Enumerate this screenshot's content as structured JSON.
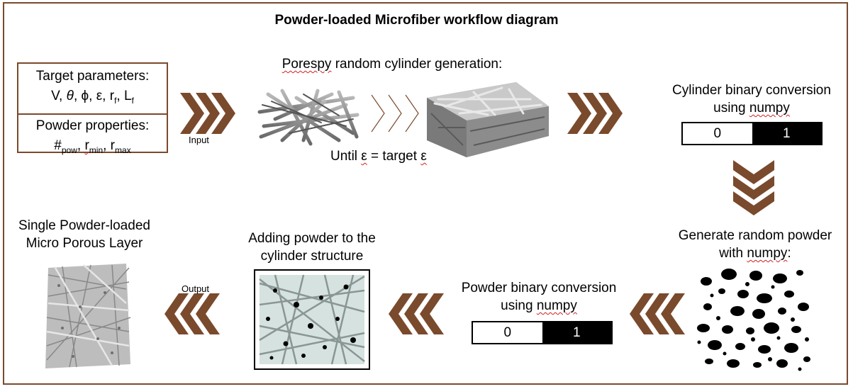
{
  "title": "Powder-loaded Microfiber workflow diagram",
  "params": {
    "target_label": "Target parameters:",
    "target_values": "V, θ, ϕ, ε, rf, Lf",
    "powder_label": "Powder properties:",
    "powder_values": "#pow, rmin, rmax"
  },
  "labels": {
    "input": "Input",
    "output": "Output",
    "porespy": "Porespy random cylinder generation:",
    "until": "Until ε  = target ε",
    "cylinder_binary_line1": "Cylinder binary conversion",
    "cylinder_binary_line2": "using numpy",
    "generate_line1": "Generate random powder",
    "generate_line2": "with numpy:",
    "powder_binary_line1": "Powder binary conversion",
    "powder_binary_line2": "using numpy",
    "adding_line1": "Adding powder to the",
    "adding_line2": "cylinder structure",
    "single_line1": "Single Powder-loaded",
    "single_line2": "Micro Porous Layer"
  },
  "binary": {
    "zero": "0",
    "one": "1"
  },
  "colors": {
    "arrow": "#7a4a2c",
    "frame": "#7a4a2c"
  },
  "icons": [
    "chevron-right-icon",
    "chevron-left-icon",
    "chevron-down-icon"
  ]
}
